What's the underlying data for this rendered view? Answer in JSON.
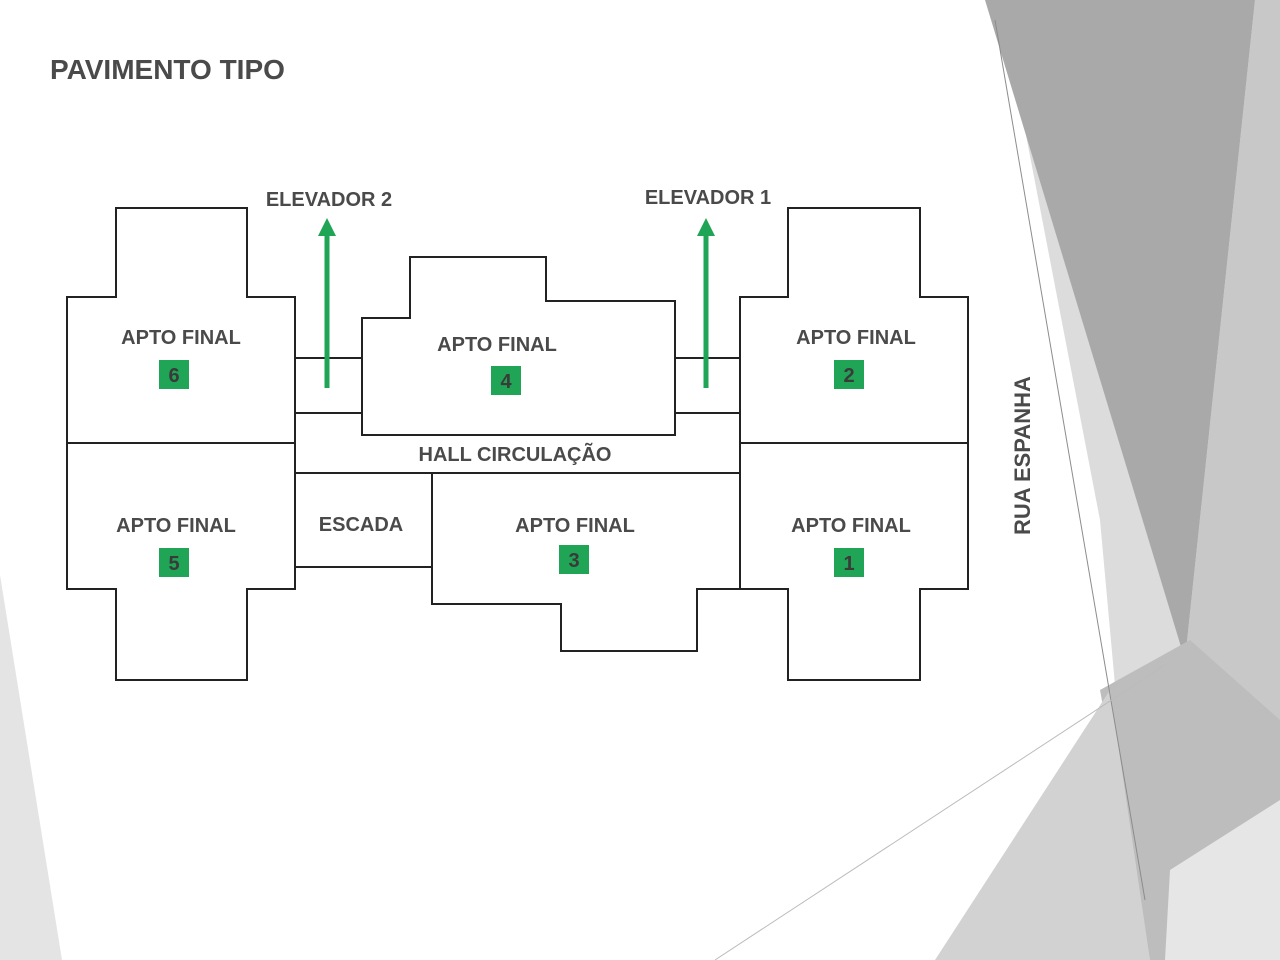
{
  "title": "PAVIMENTO TIPO",
  "street": "RUA ESPANHA",
  "hall": "HALL CIRCULAÇÃO",
  "stairs": "ESCADA",
  "elevators": [
    {
      "label": "ELEVADOR 2"
    },
    {
      "label": "ELEVADOR 1"
    }
  ],
  "apartments": {
    "apt6": {
      "label": "APTO FINAL",
      "number": "6"
    },
    "apt4": {
      "label": "APTO FINAL",
      "number": "4"
    },
    "apt2": {
      "label": "APTO FINAL",
      "number": "2"
    },
    "apt5": {
      "label": "APTO FINAL",
      "number": "5"
    },
    "apt3": {
      "label": "APTO FINAL",
      "number": "3"
    },
    "apt1": {
      "label": "APTO FINAL",
      "number": "1"
    }
  },
  "colors": {
    "accent_green": "#1fa555",
    "text_gray": "#4a4a4a",
    "wall_line": "#222222",
    "deco_gray": "#a9a9a9"
  }
}
